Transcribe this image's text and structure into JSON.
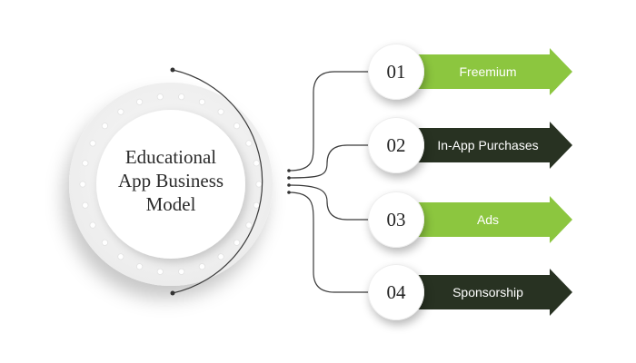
{
  "center": {
    "line1": "Educational",
    "line2": "App Business",
    "line3": "Model"
  },
  "colors": {
    "green": "#8cc63f",
    "dark": "#283222"
  },
  "items": [
    {
      "number": "01",
      "label": "Freemium",
      "color": "green"
    },
    {
      "number": "02",
      "label": "In-App Purchases",
      "color": "dark"
    },
    {
      "number": "03",
      "label": "Ads",
      "color": "green"
    },
    {
      "number": "04",
      "label": "Sponsorship",
      "color": "dark"
    }
  ]
}
